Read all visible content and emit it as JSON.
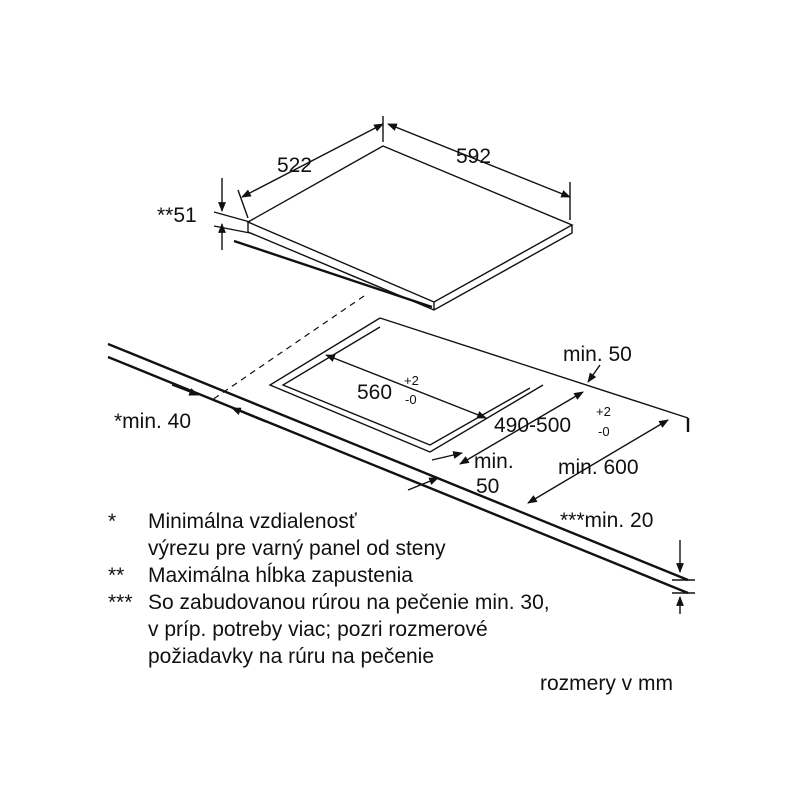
{
  "dimensions": {
    "depth_522": "522",
    "width_592": "592",
    "height_51": "**51",
    "cutout_width": "560",
    "cutout_width_tol_plus": "+2",
    "cutout_width_tol_minus": "-0",
    "cutout_depth": "490-500",
    "cutout_depth_tol_plus": "+2",
    "cutout_depth_tol_minus": "-0",
    "min_50_back": "min. 50",
    "min_40_wall": "*min. 40",
    "min_50_front_a": "min.",
    "min_50_front_b": "50",
    "min_600": "min. 600",
    "min_20": "***min. 20"
  },
  "notes": [
    {
      "mark": "*",
      "text": "Minimálna vzdialenosť\nvýrezu pre varný panel od steny"
    },
    {
      "mark": "**",
      "text": "Maximálna hĺbka zapustenia"
    },
    {
      "mark": "***",
      "text": "So zabudovanou rúrou na pečenie min. 30,\nv príp. potreby viac; pozri rozmerové\npožiadavky na rúru na pečenie"
    }
  ],
  "units_label": "rozmery v mm"
}
